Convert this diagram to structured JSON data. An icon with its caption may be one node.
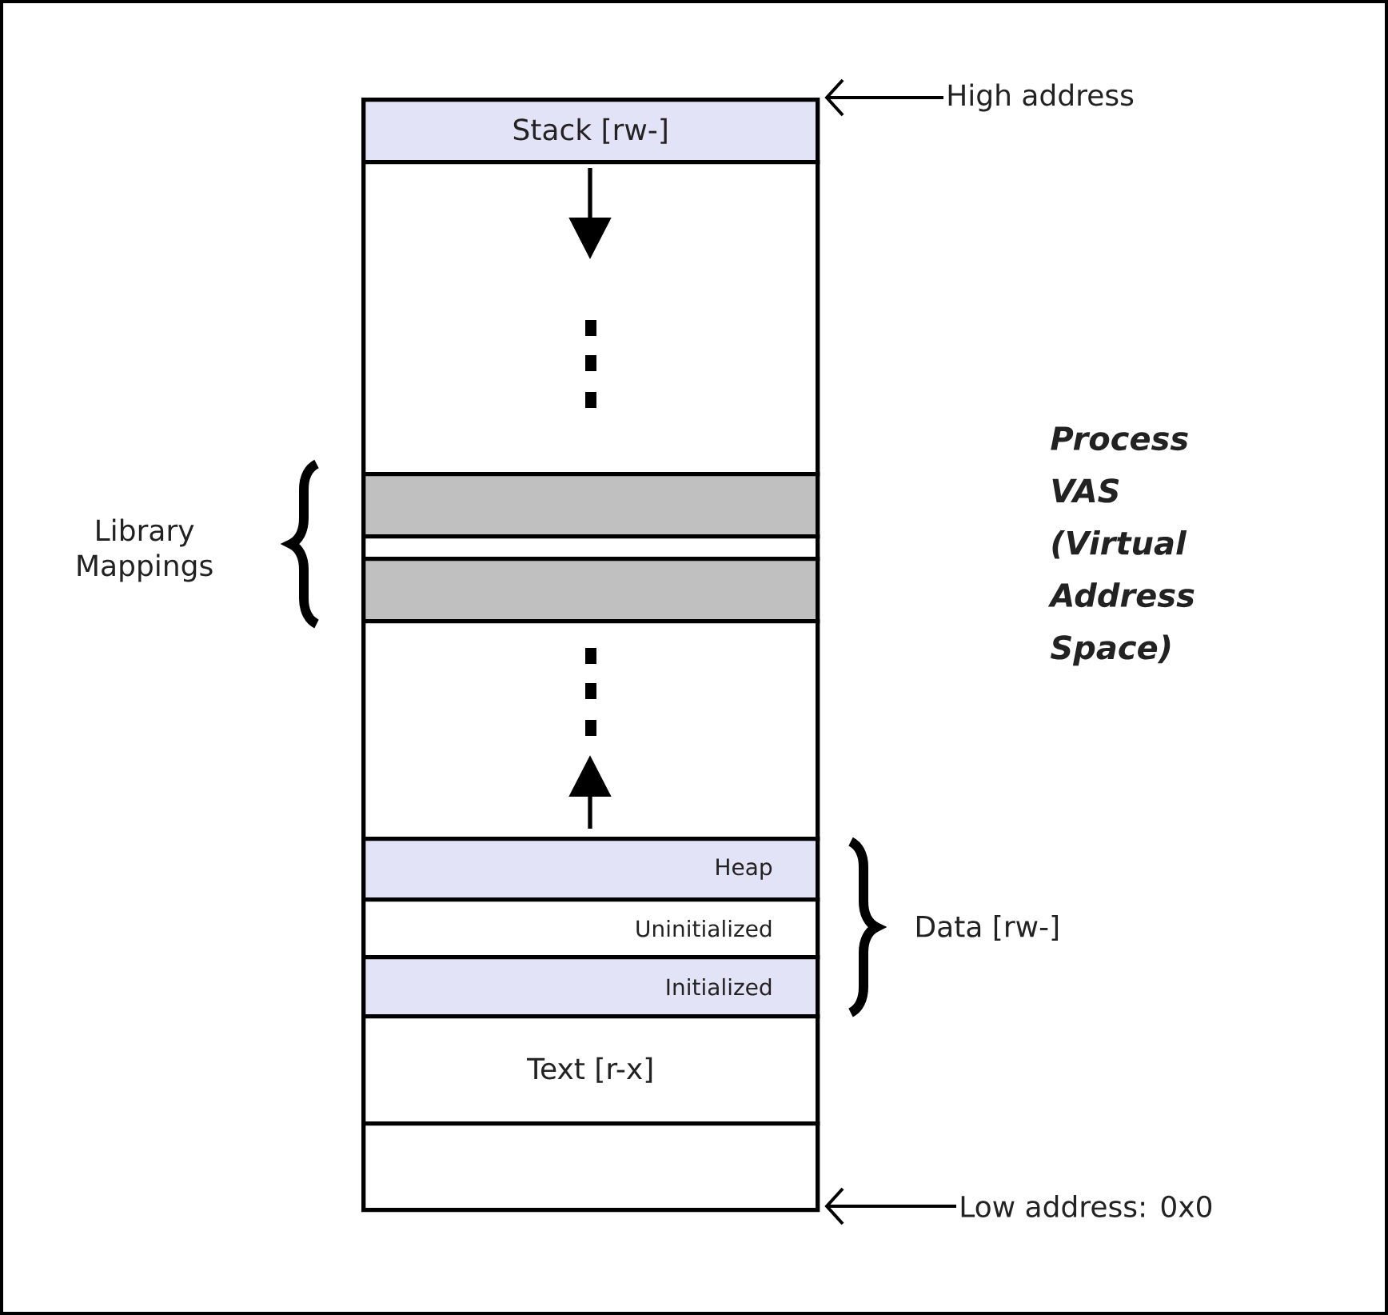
{
  "diagram": {
    "nodes": [
      {
        "text": [
          "Stack [rw-]"
        ]
      },
      {
        "text": [],
        "shape": "box"
      },
      {
        "text": [],
        "shape": "bar"
      },
      {
        "text": [],
        "shape": "box"
      },
      {
        "text": [],
        "shape": "bar"
      },
      {
        "text": [],
        "shape": "box"
      },
      {
        "text": [
          "Heap"
        ]
      },
      {
        "text": [
          "Uninitialized"
        ]
      },
      {
        "text": [
          "Initialized"
        ]
      },
      {
        "text": [
          "Text [r-x]"
        ]
      },
      {
        "text": [],
        "shape": "box"
      },
      {
        "text": [
          "High address"
        ]
      },
      {
        "text": [
          "Low address: 0x0"
        ]
      }
    ],
    "edges": [
      {
        "from": 11,
        "to": 0,
        "arrow": "to"
      },
      {
        "from": 12,
        "to": 10,
        "arrow": "to"
      }
    ],
    "labels": [
      "Library Mappings",
      "Process VAS (Virtual Address Space)",
      "Data [rw-]"
    ]
  }
}
